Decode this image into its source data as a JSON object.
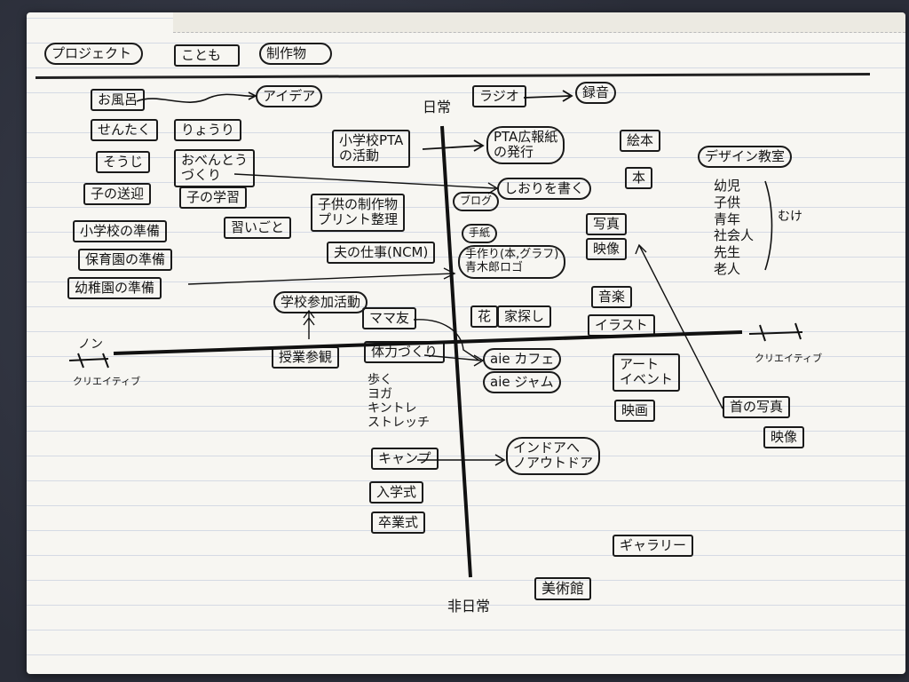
{
  "header": {
    "tabs": [
      "プロジェクト",
      "ことも",
      "制作物"
    ]
  },
  "axes": {
    "top": "日常",
    "bottom": "非日常",
    "left": "ノン",
    "left_sub": "クリエイティブ",
    "right_sub": "クリエイティブ"
  },
  "items": {
    "ofuro": "お風呂",
    "idea": "アイデア",
    "sentaku": "せんたく",
    "ryouri": "りょうり",
    "souji": "そうじ",
    "obentou": "おべんとう\nづくり",
    "okurimukae": "子の送迎",
    "gakushu": "子の学習",
    "shogakko_junbi": "小学校の準備",
    "naraigoto": "習いごと",
    "hoikuen": "保育園の準備",
    "youchien": "幼稚園の準備",
    "pta": "小学校PTA\nの活動",
    "pta_koho": "PTA広報紙\nの発行",
    "radio": "ラジオ",
    "rokuon": "録音",
    "ehon": "絵本",
    "hon": "本",
    "shiori": "しおりを書く",
    "blog": "ブログ",
    "tegami": "手紙",
    "print": "子供の制作物\nプリント整理",
    "kaisha": "夫の仕事(NCM)",
    "logo": "手作り(本,グラフ)\n青木郎ロゴ",
    "shashin": "写真",
    "eizo": "映像",
    "ongaku": "音楽",
    "illust": "イラスト",
    "design": "デザイン教室",
    "targets": "幼児\n子供\n青年\n社会人\n先生\n老人",
    "muke": "むけ",
    "gakko_katsudo": "学校参加活動",
    "mamatomo": "ママ友",
    "hana": "花",
    "iesagashi": "家探し",
    "jugyo": "授業参観",
    "karadazukuri": "体力づくり",
    "exercises": "歩く\nヨガ\nキントレ\nストレッチ",
    "aie_cafe": "aie カフェ",
    "aie_gym": "aie ジャム",
    "art_event": "アート\nイベント",
    "eiga": "映画",
    "kubi_shashin": "首の写真",
    "kubi_eizo": "映像",
    "camp": "キャンプ",
    "indoor": "インドアへ\nノアウトドア",
    "nyugaku": "入学式",
    "sotsugyo": "卒業式",
    "gallery": "ギャラリー",
    "bijutsukan": "美術館"
  }
}
